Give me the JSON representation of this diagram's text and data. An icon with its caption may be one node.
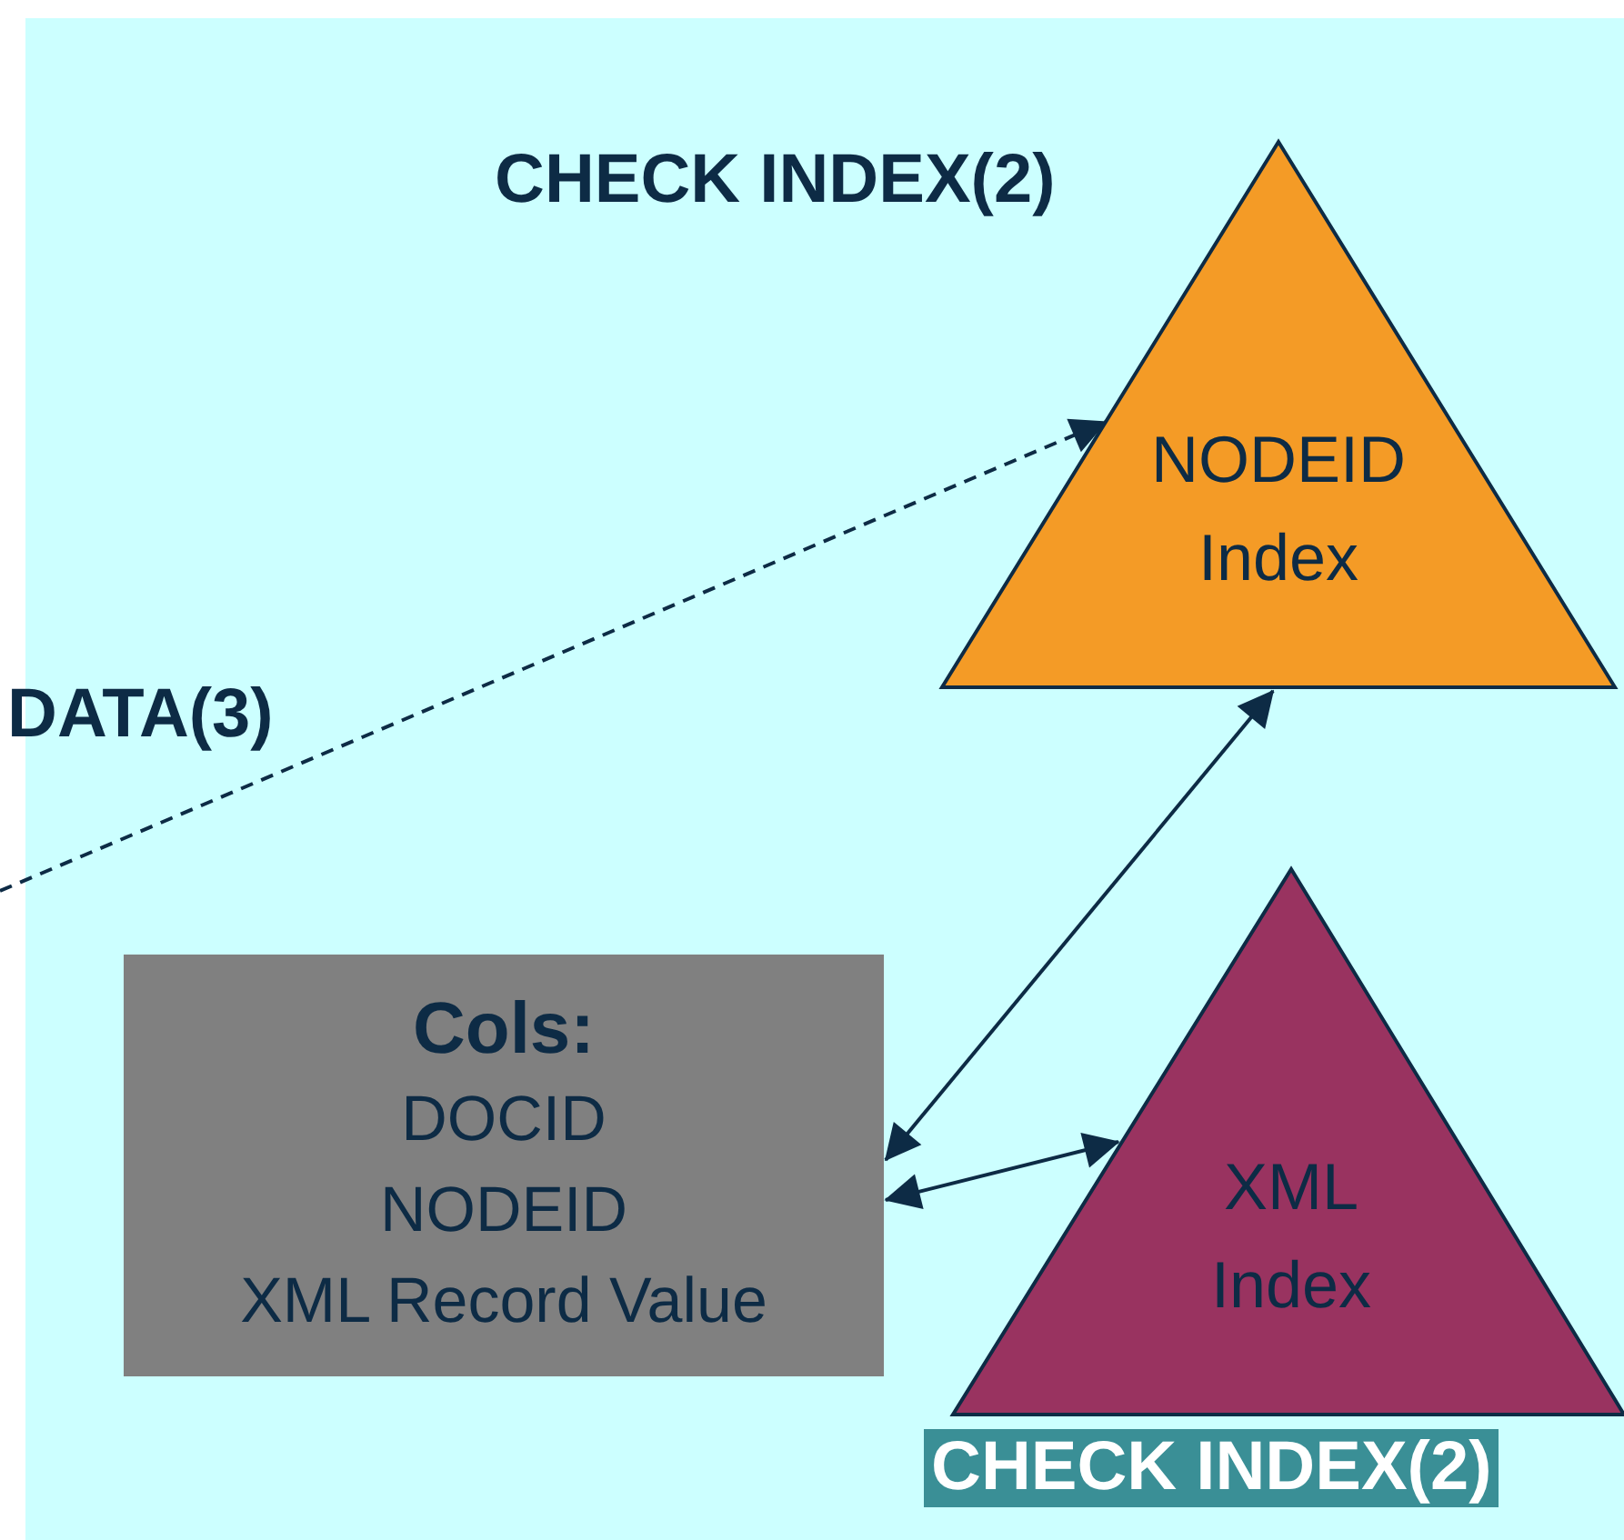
{
  "diagram": {
    "nodes": [
      {
        "text": [
          "CHECK INDEX(2)",
          "NODEID Index"
        ]
      },
      {
        "text": [
          "Cols:",
          "DOCID",
          "NODEID",
          "XML Record Value"
        ]
      },
      {
        "text": [
          "XML Index",
          "CHECK INDEX(2)"
        ]
      }
    ],
    "edges": [
      {
        "from": null,
        "to": 0,
        "arrow": "to",
        "style": "dashed"
      },
      {
        "from": 1,
        "to": 0,
        "arrow": "both"
      },
      {
        "from": 1,
        "to": 2,
        "arrow": "both"
      }
    ],
    "labels": [
      "DATA(3)"
    ]
  }
}
